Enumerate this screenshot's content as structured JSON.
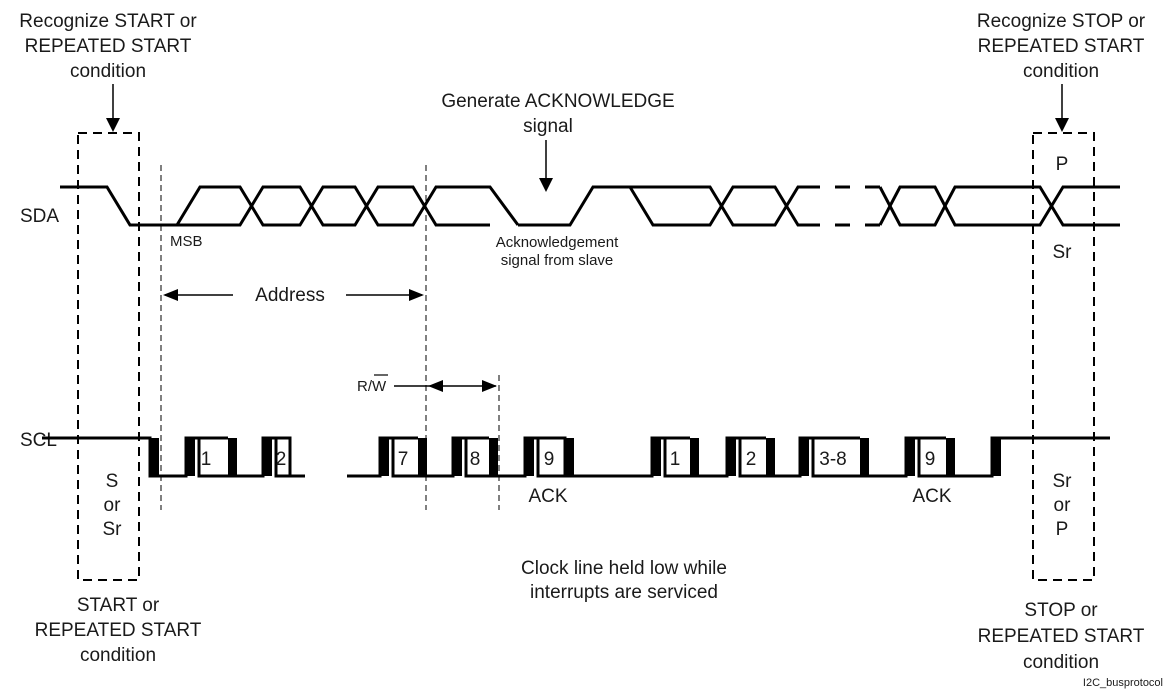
{
  "labels": {
    "start_recognize": [
      "Recognize START or",
      "REPEATED START",
      "condition"
    ],
    "stop_recognize": [
      "Recognize STOP or",
      "REPEATED START",
      "condition"
    ],
    "generate_ack": [
      "Generate ACKNOWLEDGE",
      "signal"
    ],
    "sda": "SDA",
    "scl": "SCL",
    "msb": "MSB",
    "ack_from_slave": [
      "Acknowledgement",
      "signal from slave"
    ],
    "address": "Address",
    "rw": "R/W",
    "p": "P",
    "sr": "Sr",
    "start_box": [
      "S",
      "or",
      "Sr"
    ],
    "stop_box": [
      "Sr",
      "or",
      "P"
    ],
    "clock_nums": [
      "1",
      "2",
      "7",
      "8",
      "9",
      "1",
      "2",
      "3-8",
      "9"
    ],
    "ack1": "ACK",
    "ack2": "ACK",
    "clock_held": [
      "Clock line held low while",
      "interrupts are serviced"
    ],
    "start_condition": [
      "START or",
      "REPEATED START",
      "condition"
    ],
    "stop_condition": [
      "STOP or",
      "REPEATED START",
      "condition"
    ],
    "figure_id": "I2C_busprotocol"
  }
}
